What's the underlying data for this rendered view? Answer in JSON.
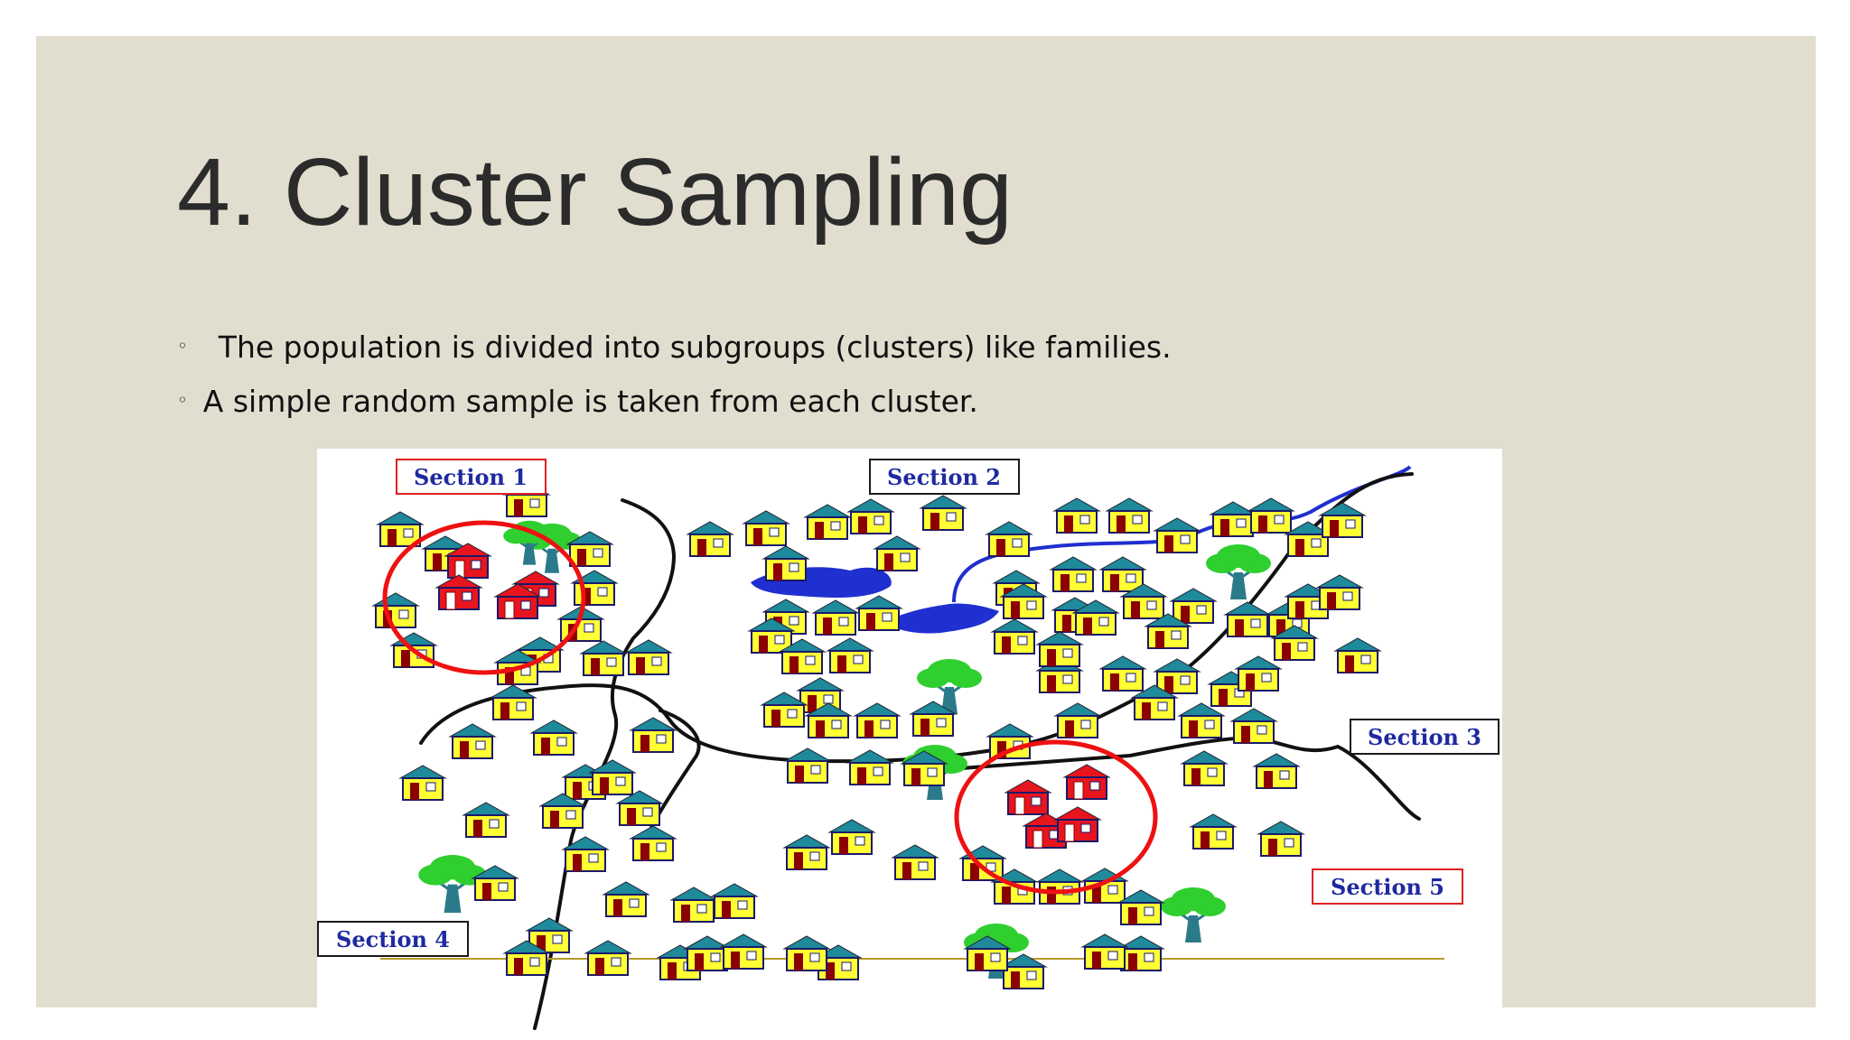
{
  "slide": {
    "title": "4. Cluster Sampling",
    "bullets": [
      {
        "marker": "◦",
        "text": "The population is divided into subgroups (clusters) like families."
      },
      {
        "marker": "◦",
        "text": "A simple random sample is taken from each cluster."
      }
    ]
  },
  "figure": {
    "sections": [
      {
        "label": "Section 1",
        "border_color": "#e02020"
      },
      {
        "label": "Section 2",
        "border_color": "#1a1a1a"
      },
      {
        "label": "Section 3",
        "border_color": "#1a1a1a"
      },
      {
        "label": "Section 4",
        "border_color": "#1a1a1a"
      },
      {
        "label": "Section 5",
        "border_color": "#e02020"
      }
    ],
    "colors": {
      "house_wall": "#ffff33",
      "house_roof": "#1e8a9a",
      "house_door": "#8b0000",
      "cluster_house": "#e8141e",
      "cluster_circle": "#ee1111",
      "road": "#111111",
      "river": "#1f2fd0",
      "tree_foliage": "#2fcf2f",
      "tree_trunk": "#2b7a8a"
    }
  }
}
